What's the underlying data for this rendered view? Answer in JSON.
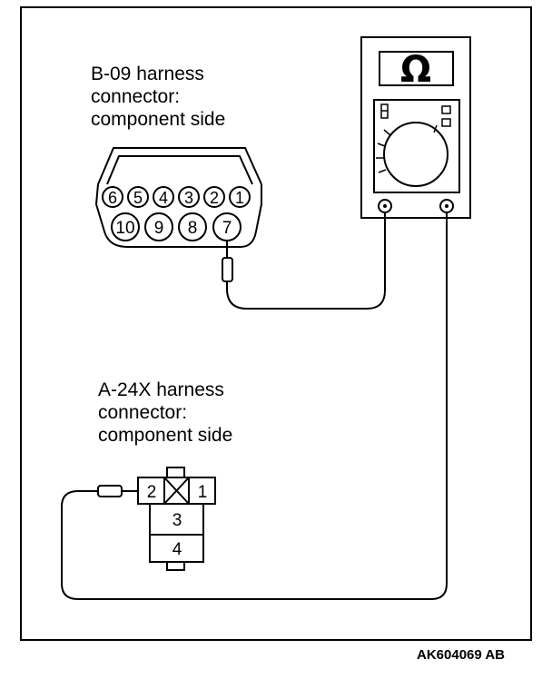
{
  "connector_b09": {
    "label_lines": [
      "B-09 harness",
      "connector:",
      "component side"
    ],
    "top_row_pins": [
      "6",
      "5",
      "4",
      "3",
      "2",
      "1"
    ],
    "bottom_row_pins": [
      "10",
      "9",
      "8",
      "7"
    ]
  },
  "connector_a24x": {
    "label_lines": [
      "A-24X harness",
      "connector:",
      "component side"
    ],
    "pins": [
      "2",
      "1",
      "3",
      "4"
    ]
  },
  "ohmmeter": {
    "symbol": "Ω"
  },
  "figure_code": "AK604069 AB"
}
